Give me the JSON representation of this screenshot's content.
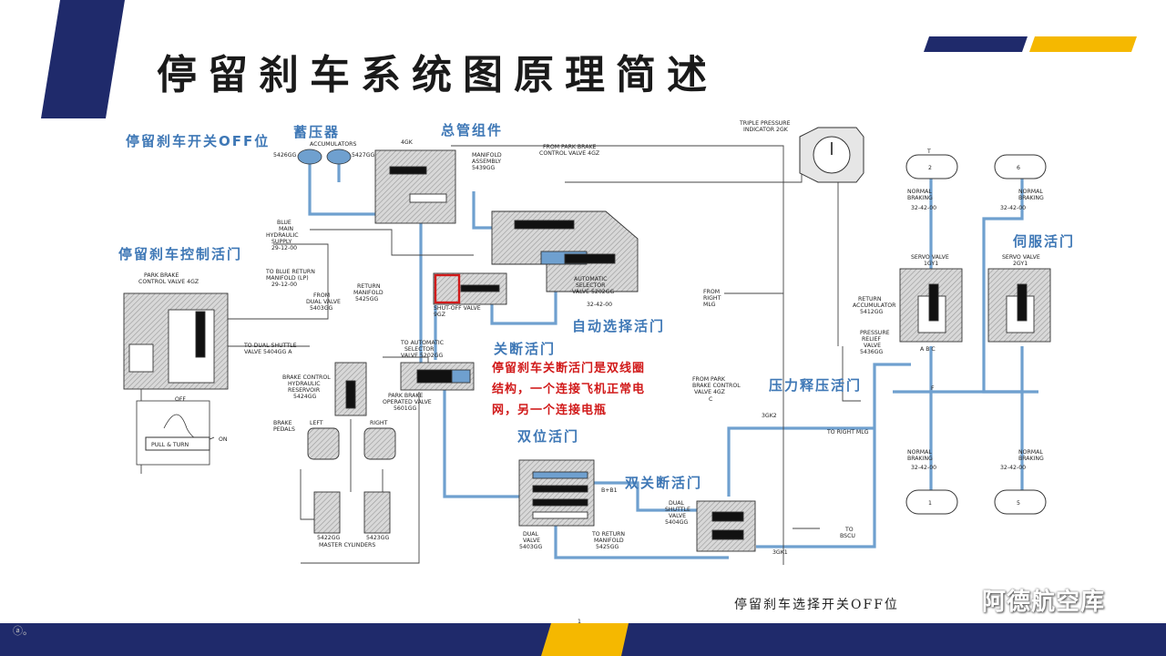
{
  "title": "停留刹车系统图原理简述",
  "footer_note": "停留刹车选择开关OFF位",
  "watermark": "阿德航空库",
  "corner_note": "ⓐ。",
  "colors": {
    "navy": "#1f2a6b",
    "gold": "#f5b800",
    "pipe": "#6fa0cf",
    "label_blue": "#3f78b6",
    "red": "#d11a1a"
  },
  "cn_labels": {
    "switch_off": "停留刹车开关OFF位",
    "accumulator": "蓄压器",
    "manifold": "总管组件",
    "control_valve": "停留刹车控制活门",
    "auto_select": "自动选择活门",
    "shutoff": "关断活门",
    "servo": "伺服活门",
    "relief": "压力释压活门",
    "dual": "双位活门",
    "dual_shutoff": "双关断活门"
  },
  "red_note": [
    "停留刹车关断活门是双线圈",
    "结构，一个连接飞机正常电",
    "网，另一个连接电瓶"
  ],
  "en_labels": {
    "accumulators": "ACCUMULATORS",
    "acc_left": "5426GG",
    "acc_right": "5427GG",
    "gk4": "4GK",
    "manifold_assy": "MANIFOLD",
    "manifold_assy2": "ASSEMBLY",
    "manifold_id": "5439GG",
    "from_pb1": "FROM PARK BRAKE",
    "from_pb2": "CONTROL VALVE 4GZ",
    "triple1": "TRIPLE PRESSURE",
    "triple2": "INDICATOR 2GK",
    "blue1": "BLUE",
    "blue2": "MAIN",
    "blue3": "HYDRAULIC",
    "blue4": "SUPPLY",
    "blue5": "29-12-00",
    "ret1": "TO BLUE RETURN",
    "ret2": "MANIFOLD (LP)",
    "ret3": "29-12-00",
    "from_dual1": "FROM",
    "from_dual2": "DUAL VALVE",
    "from_dual3": "5403GG",
    "ret_man1": "RETURN",
    "ret_man2": "MANIFOLD",
    "ret_man3": "5425GG",
    "pbcv1": "PARK BRAKE",
    "pbcv2": "CONTROL VALVE 4GZ",
    "shutoff1": "SHUT-OFF VALVE",
    "shutoff2": "9GZ",
    "auto1": "AUTOMATIC",
    "auto2": "SELECTOR",
    "auto3": "VALVE 5202GG",
    "ata": "32-42-00",
    "from_rmlg1": "FROM",
    "from_rmlg2": "RIGHT",
    "from_rmlg3": "MLG",
    "ret_acc1": "RETURN",
    "ret_acc2": "ACCUMULATOR",
    "ret_acc3": "5412GG",
    "prv1": "PRESSURE",
    "prv2": "RELIEF",
    "prv3": "VALVE",
    "prv4": "5436GG",
    "to_dsv1": "TO DUAL SHUTTLE",
    "to_dsv2": "VALVE 5404GG  A",
    "to_asv1": "TO AUTOMATIC",
    "to_asv2": "SELECTOR",
    "to_asv3": "VALVE 5202GG",
    "pbov1": "PARK BRAKE",
    "pbov2": "OPERATED VALVE",
    "pbov3": "5601GG",
    "bcr1": "BRAKE CONTROL",
    "bcr2": "HYDRAULIC",
    "bcr3": "RESERVOIR",
    "bcr4": "5424GG",
    "brake_pedals1": "BRAKE",
    "brake_pedals2": "PEDALS",
    "left": "LEFT",
    "right": "RIGHT",
    "mc_left": "5422GG",
    "mc_right": "5423GG",
    "mc": "MASTER CYLINDERS",
    "pull_turn": "PULL & TURN",
    "off": "OFF",
    "on": "ON",
    "from_pb_c1": "FROM PARK",
    "from_pb_c2": "BRAKE CONTROL",
    "from_pb_c3": "VALVE 4GZ",
    "from_pb_c4": "C",
    "gk3": "3GK2",
    "to_rmlg": "TO RIGHT MLG",
    "dual1": "DUAL",
    "dual2": "VALVE",
    "dual3": "5403GG",
    "to_ret1": "TO RETURN",
    "to_ret2": "MANIFOLD",
    "to_ret3": "5425GG",
    "bb1": "B+B1",
    "dsv1": "DUAL",
    "dsv2": "SHUTTLE",
    "dsv3": "VALVE",
    "dsv4": "5404GG",
    "gk1": "3GK1",
    "to_bscu1": "TO",
    "to_bscu2": "BSCU",
    "servo1_1": "SERVO VALVE",
    "servo1_2": "1GY1",
    "servo2_1": "SERVO VALVE",
    "servo2_2": "2GY1",
    "normal": "NORMAL",
    "braking": "BRAKING",
    "wheel_2": "2",
    "wheel_6": "6",
    "wheel_1": "1",
    "wheel_5": "5",
    "t": "T",
    "f": "F",
    "abc": "A  B  C",
    "page_no": "1"
  }
}
